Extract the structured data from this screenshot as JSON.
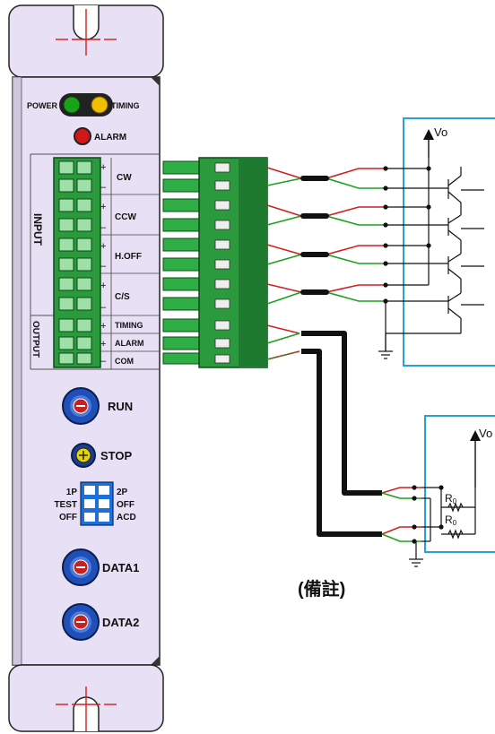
{
  "panel": {
    "indicators": {
      "power": "POWER",
      "timing": "TIMING",
      "alarm": "ALARM"
    },
    "group_labels": {
      "input": "INPUT",
      "output": "OUTPUT"
    },
    "terminals": [
      {
        "label": "CW",
        "plus": "+",
        "minus": "–"
      },
      {
        "label": "CCW",
        "plus": "+",
        "minus": "–"
      },
      {
        "label": "H.OFF",
        "plus": "+",
        "minus": "–"
      },
      {
        "label": "C/S",
        "plus": "+",
        "minus": "–"
      },
      {
        "label": "TIMING",
        "plus": "+"
      },
      {
        "label": "ALARM",
        "plus": "+"
      },
      {
        "label": "COM",
        "minus": "–"
      }
    ],
    "controls": {
      "run": "RUN",
      "stop": "STOP",
      "data1": "DATA1",
      "data2": "DATA2"
    },
    "dip_switch": {
      "left": [
        "1P",
        "TEST",
        "OFF"
      ],
      "right": [
        "2P",
        "OFF",
        "ACD"
      ]
    }
  },
  "circuit": {
    "vo_top": "Vo",
    "vo_bottom": "Vo",
    "r0": "R",
    "r0_sub": "0",
    "note": "(備註)"
  },
  "colors": {
    "panel": "#e8e0f4",
    "connector_green": "#2a9a3c",
    "circuit_box": "#2aa0d8",
    "knob_blue": "#1f4fb8",
    "knob_red": "#c8201c",
    "led_green": "#1aa21a",
    "led_yellow": "#f0c000",
    "led_red": "#d01818"
  }
}
